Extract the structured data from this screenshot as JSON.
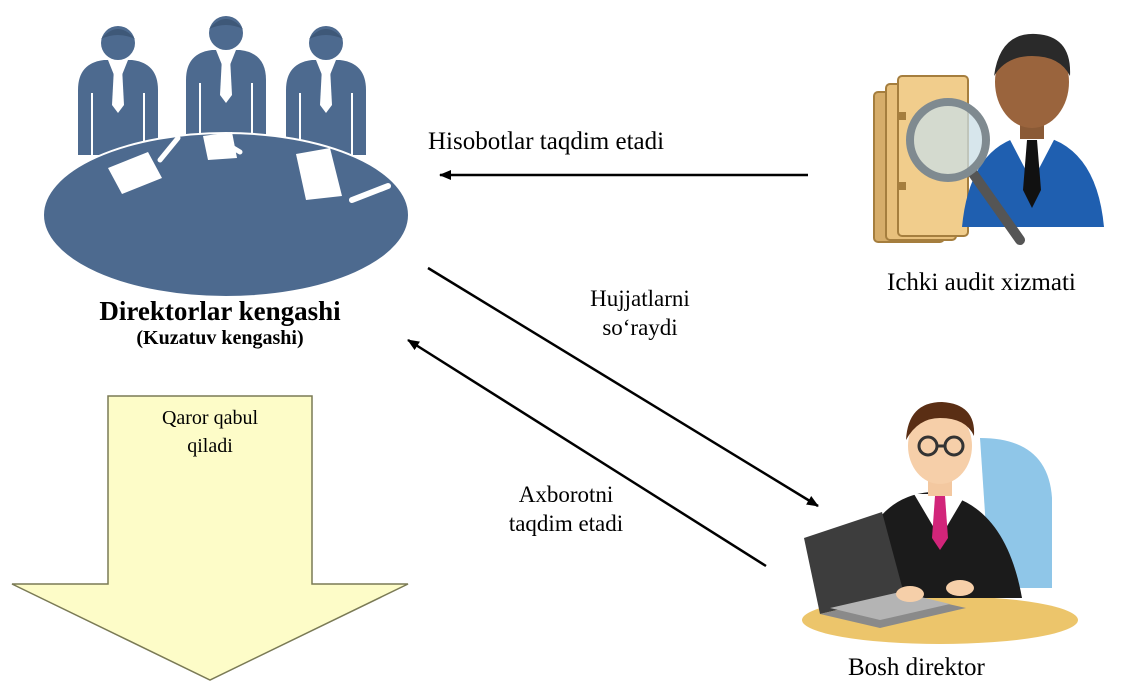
{
  "board": {
    "title": "Direktorlar kengashi",
    "subtitle": "(Kuzatuv kengashi)"
  },
  "internal_audit": {
    "label": "Ichki audit xizmati"
  },
  "ceo": {
    "label": "Bosh direktor"
  },
  "edges": {
    "reports": "Hisobotlar taqdim etadi",
    "requests_line1": "Hujjatlarni",
    "requests_line2": "so‘raydi",
    "provides_line1": "Axborotni",
    "provides_line2": "taqdim etadi"
  },
  "decision": {
    "line1": "Qaror qabul",
    "line2": "qiladi"
  },
  "colors": {
    "board_blue": "#4d6a8f",
    "arrow_fill": "#fdfcc8",
    "arrow_stroke": "#7a7a55"
  },
  "icons": [
    "board-meeting-icon",
    "auditor-icon",
    "director-at-laptop-icon"
  ]
}
